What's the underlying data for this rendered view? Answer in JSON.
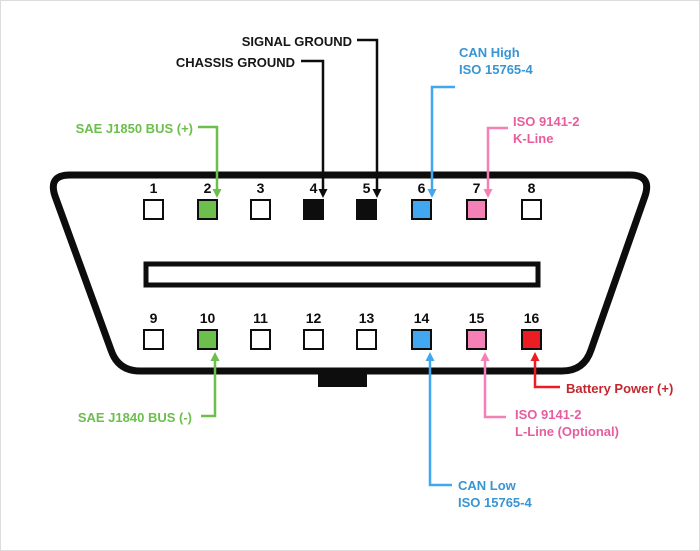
{
  "colors": {
    "black": "#0d0d0d",
    "white": "#ffffff",
    "green": "#6cbf4c",
    "blue": "#41a7f0",
    "blue_text": "#3795d4",
    "pink": "#f580b6",
    "pink_text": "#e75d9d",
    "red": "#ec1c24",
    "red_text": "#c1272d"
  },
  "labels": {
    "signal_ground": {
      "text": "SIGNAL GROUND"
    },
    "chassis_ground": {
      "text": "CHASSIS GROUND"
    },
    "can_high": {
      "line1": "CAN High",
      "line2": "ISO 15765-4"
    },
    "iso_9141_k": {
      "line1": "ISO 9141-2",
      "line2": "K-Line"
    },
    "sae_j1850_plus": {
      "text": "SAE J1850 BUS (+)"
    },
    "sae_j1840_minus": {
      "text": "SAE J1840 BUS (-)"
    },
    "battery_power": {
      "text": "Battery Power (+)"
    },
    "iso_9141_l": {
      "line1": "ISO 9141-2",
      "line2": "L-Line (Optional)"
    },
    "can_low": {
      "line1": "CAN Low",
      "line2": "ISO 15765-4"
    }
  },
  "pins": {
    "top": [
      {
        "number": "1",
        "fill": "#ffffff"
      },
      {
        "number": "2",
        "fill": "#6cbf4c"
      },
      {
        "number": "3",
        "fill": "#ffffff"
      },
      {
        "number": "4",
        "fill": "#0d0d0d"
      },
      {
        "number": "5",
        "fill": "#0d0d0d"
      },
      {
        "number": "6",
        "fill": "#41a7f0"
      },
      {
        "number": "7",
        "fill": "#f580b6"
      },
      {
        "number": "8",
        "fill": "#ffffff"
      }
    ],
    "bottom": [
      {
        "number": "9",
        "fill": "#ffffff"
      },
      {
        "number": "10",
        "fill": "#6cbf4c"
      },
      {
        "number": "11",
        "fill": "#ffffff"
      },
      {
        "number": "12",
        "fill": "#ffffff"
      },
      {
        "number": "13",
        "fill": "#ffffff"
      },
      {
        "number": "14",
        "fill": "#41a7f0"
      },
      {
        "number": "15",
        "fill": "#f580b6"
      },
      {
        "number": "16",
        "fill": "#ec1c24"
      }
    ]
  }
}
